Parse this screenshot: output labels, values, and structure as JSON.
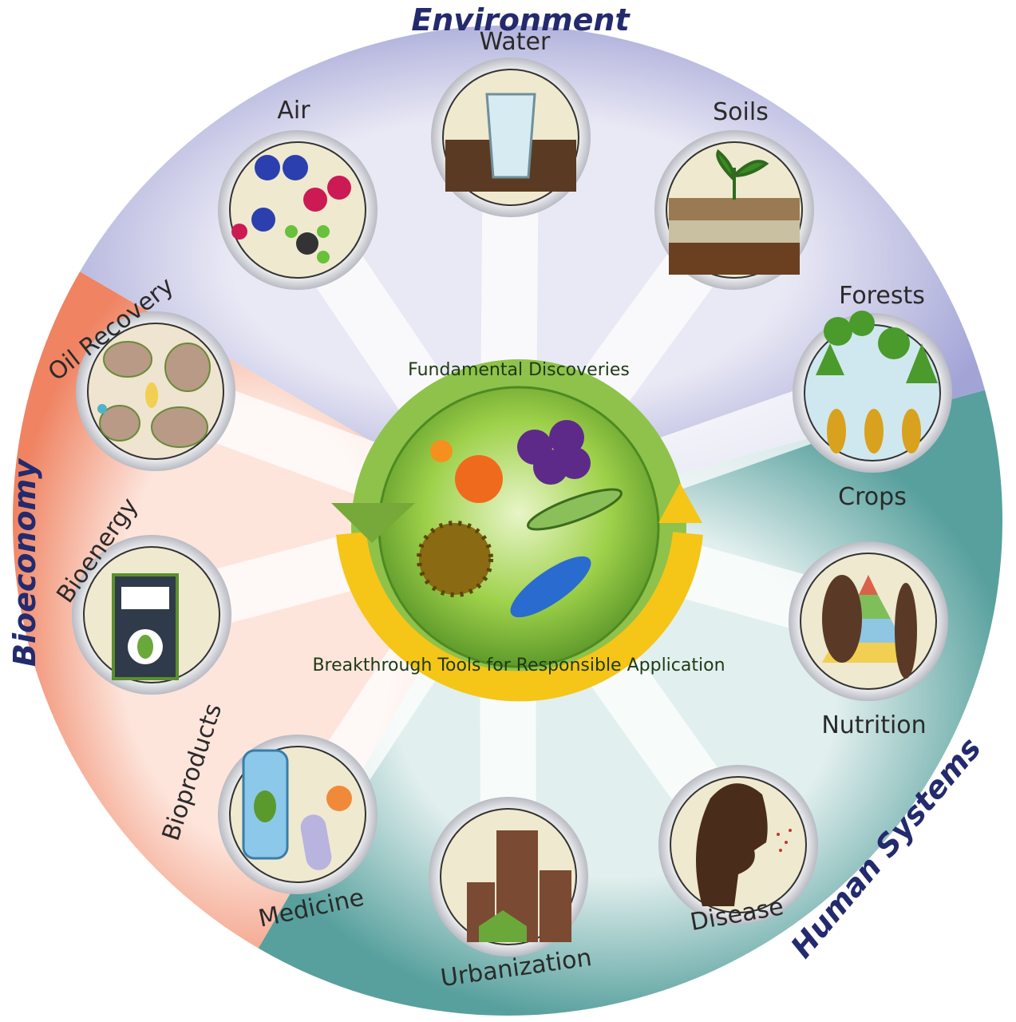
{
  "sectors": {
    "environment": "Environment",
    "bioeconomy": "Bioeconomy",
    "human_systems": "Human Systems"
  },
  "center": {
    "top_text": "Fundamental Discoveries",
    "bottom_text": "Breakthrough Tools for Responsible Application"
  },
  "nodes": {
    "water": "Water",
    "air": "Air",
    "soils": "Soils",
    "forests": "Forests",
    "crops": "Crops",
    "nutrition": "Nutrition",
    "disease": "Disease",
    "urbanization": "Urbanization",
    "medicine": "Medicine",
    "bioproducts": "Bioproducts",
    "bioenergy": "Bioenergy",
    "oil_recovery": "Oil Recovery"
  },
  "colors": {
    "environment": "#a9aad8",
    "bioeconomy": "#f08a6a",
    "human_systems": "#5fa6a3",
    "center_green": "#8ec63f",
    "arrow_yellow": "#f5c518",
    "sector_text": "#232a6e"
  }
}
